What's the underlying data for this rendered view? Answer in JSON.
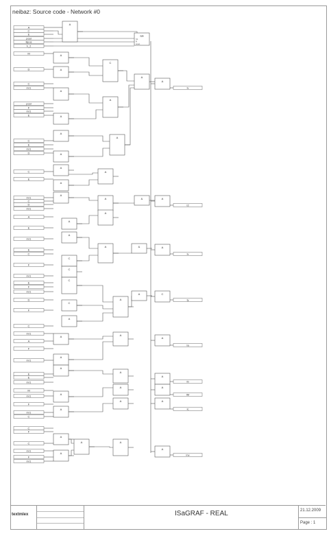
{
  "header": {
    "title": "neibaz: Source code - Network #0"
  },
  "footer": {
    "logo": "textmlex",
    "product": "ISaGRAF - REAL",
    "date": "21.12.2009",
    "page": "Page : 1"
  },
  "inputs": [
    "A",
    "C",
    "E",
    "pool",
    "Bpos",
    "h_2",
    "M",
    "D",
    "C",
    "inr1",
    "pool",
    "F",
    "inr1",
    "E",
    "C",
    "E",
    "inr1",
    "D",
    "C",
    "E",
    "inr1",
    "C",
    "D",
    "inr1",
    "A",
    "E",
    "inr1",
    "E",
    "C",
    "F",
    "inr1",
    "E",
    "F",
    "inr1",
    "D",
    "F",
    "C",
    "inr1",
    "A",
    "F",
    "inr1",
    "E",
    "E",
    "inr1",
    "M",
    "inr1",
    "F",
    "inr1",
    "C",
    "C",
    "F",
    "C",
    "inr1",
    "F",
    "inr1"
  ],
  "gates": [
    "A",
    "A",
    "A",
    "C",
    "A",
    "A",
    "A",
    "A",
    "A",
    "A",
    "A",
    "A",
    "A",
    "A",
    "A",
    "A",
    "A",
    "A",
    "A",
    "C",
    "C",
    "C",
    "C",
    "A",
    "A",
    "A",
    "A",
    "A",
    "A",
    "A",
    "A",
    "A",
    "A",
    "A",
    "A",
    "A",
    "A",
    "A",
    "A",
    "&",
    "&",
    "A"
  ],
  "sr_block": {
    "label": "SR",
    "pins": [
      "S1",
      "R",
      "reset"
    ]
  },
  "outputs": [
    "Iv",
    "I2",
    "Iv",
    "Iy",
    "Ia",
    "Ib",
    "IM",
    "Ic",
    "Inv"
  ]
}
